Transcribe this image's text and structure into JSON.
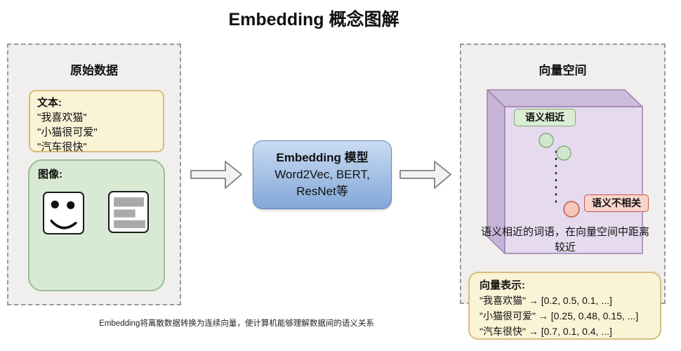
{
  "title": "Embedding 概念图解",
  "footnote": "Embedding将离散数据转换为连续向量，使计算机能够理解数据间的语义关系",
  "left_panel": {
    "title": "原始数据",
    "text_box": {
      "label": "文本:",
      "items": [
        "\"我喜欢猫\"",
        "\"小猫很可爱\"",
        "\"汽车很快\""
      ]
    },
    "image_box": {
      "label": "图像:",
      "icons": [
        "smiley-face-image",
        "document-image"
      ]
    }
  },
  "model_box": {
    "title": "Embedding 模型",
    "subtitle": "Word2Vec, BERT, ResNet等"
  },
  "right_panel": {
    "title": "向量空间",
    "similar_tag": "语义相近",
    "dissimilar_tag": "语义不相关",
    "note": "语义相近的词语，在向量空间中距离较近",
    "vector_box": {
      "label": "向量表示:",
      "items": [
        "\"我喜欢猫\" → [0.2, 0.5, 0.1, ...]",
        "\"小猫很可爱\" → [0.25, 0.48, 0.15, ...]",
        "\"汽车很快\" → [0.7, 0.1, 0.4, ...]"
      ]
    }
  },
  "colors": {
    "panel_bg": "#F0EFED",
    "panel_border": "#999999",
    "yellow_bg": "#FBF3D6",
    "yellow_border": "#D5BC80",
    "green_bg": "#D8EAD3",
    "green_border": "#9CBD93",
    "blue_top": "#C9DCF2",
    "blue_bottom": "#82A7D8",
    "blue_border": "#5E86B8",
    "purple_front": "#E6DAEE",
    "purple_top": "#CDBBDA",
    "purple_side": "#C7B3D6",
    "purple_border": "#9C7FB0",
    "tag_green_bg": "#DCEDD6",
    "tag_green_border": "#7EA876",
    "tag_red_bg": "#F9D4CD",
    "tag_red_border": "#C4564A",
    "dot_green": "#CFE7CC",
    "dot_green_border": "#85AC7F",
    "dot_red": "#F7C6BD",
    "dot_red_border": "#C05B50",
    "arrow_fill": "#F2F2F2",
    "arrow_border": "#8C8C8C",
    "bar_gray": "#A9A9A9"
  }
}
